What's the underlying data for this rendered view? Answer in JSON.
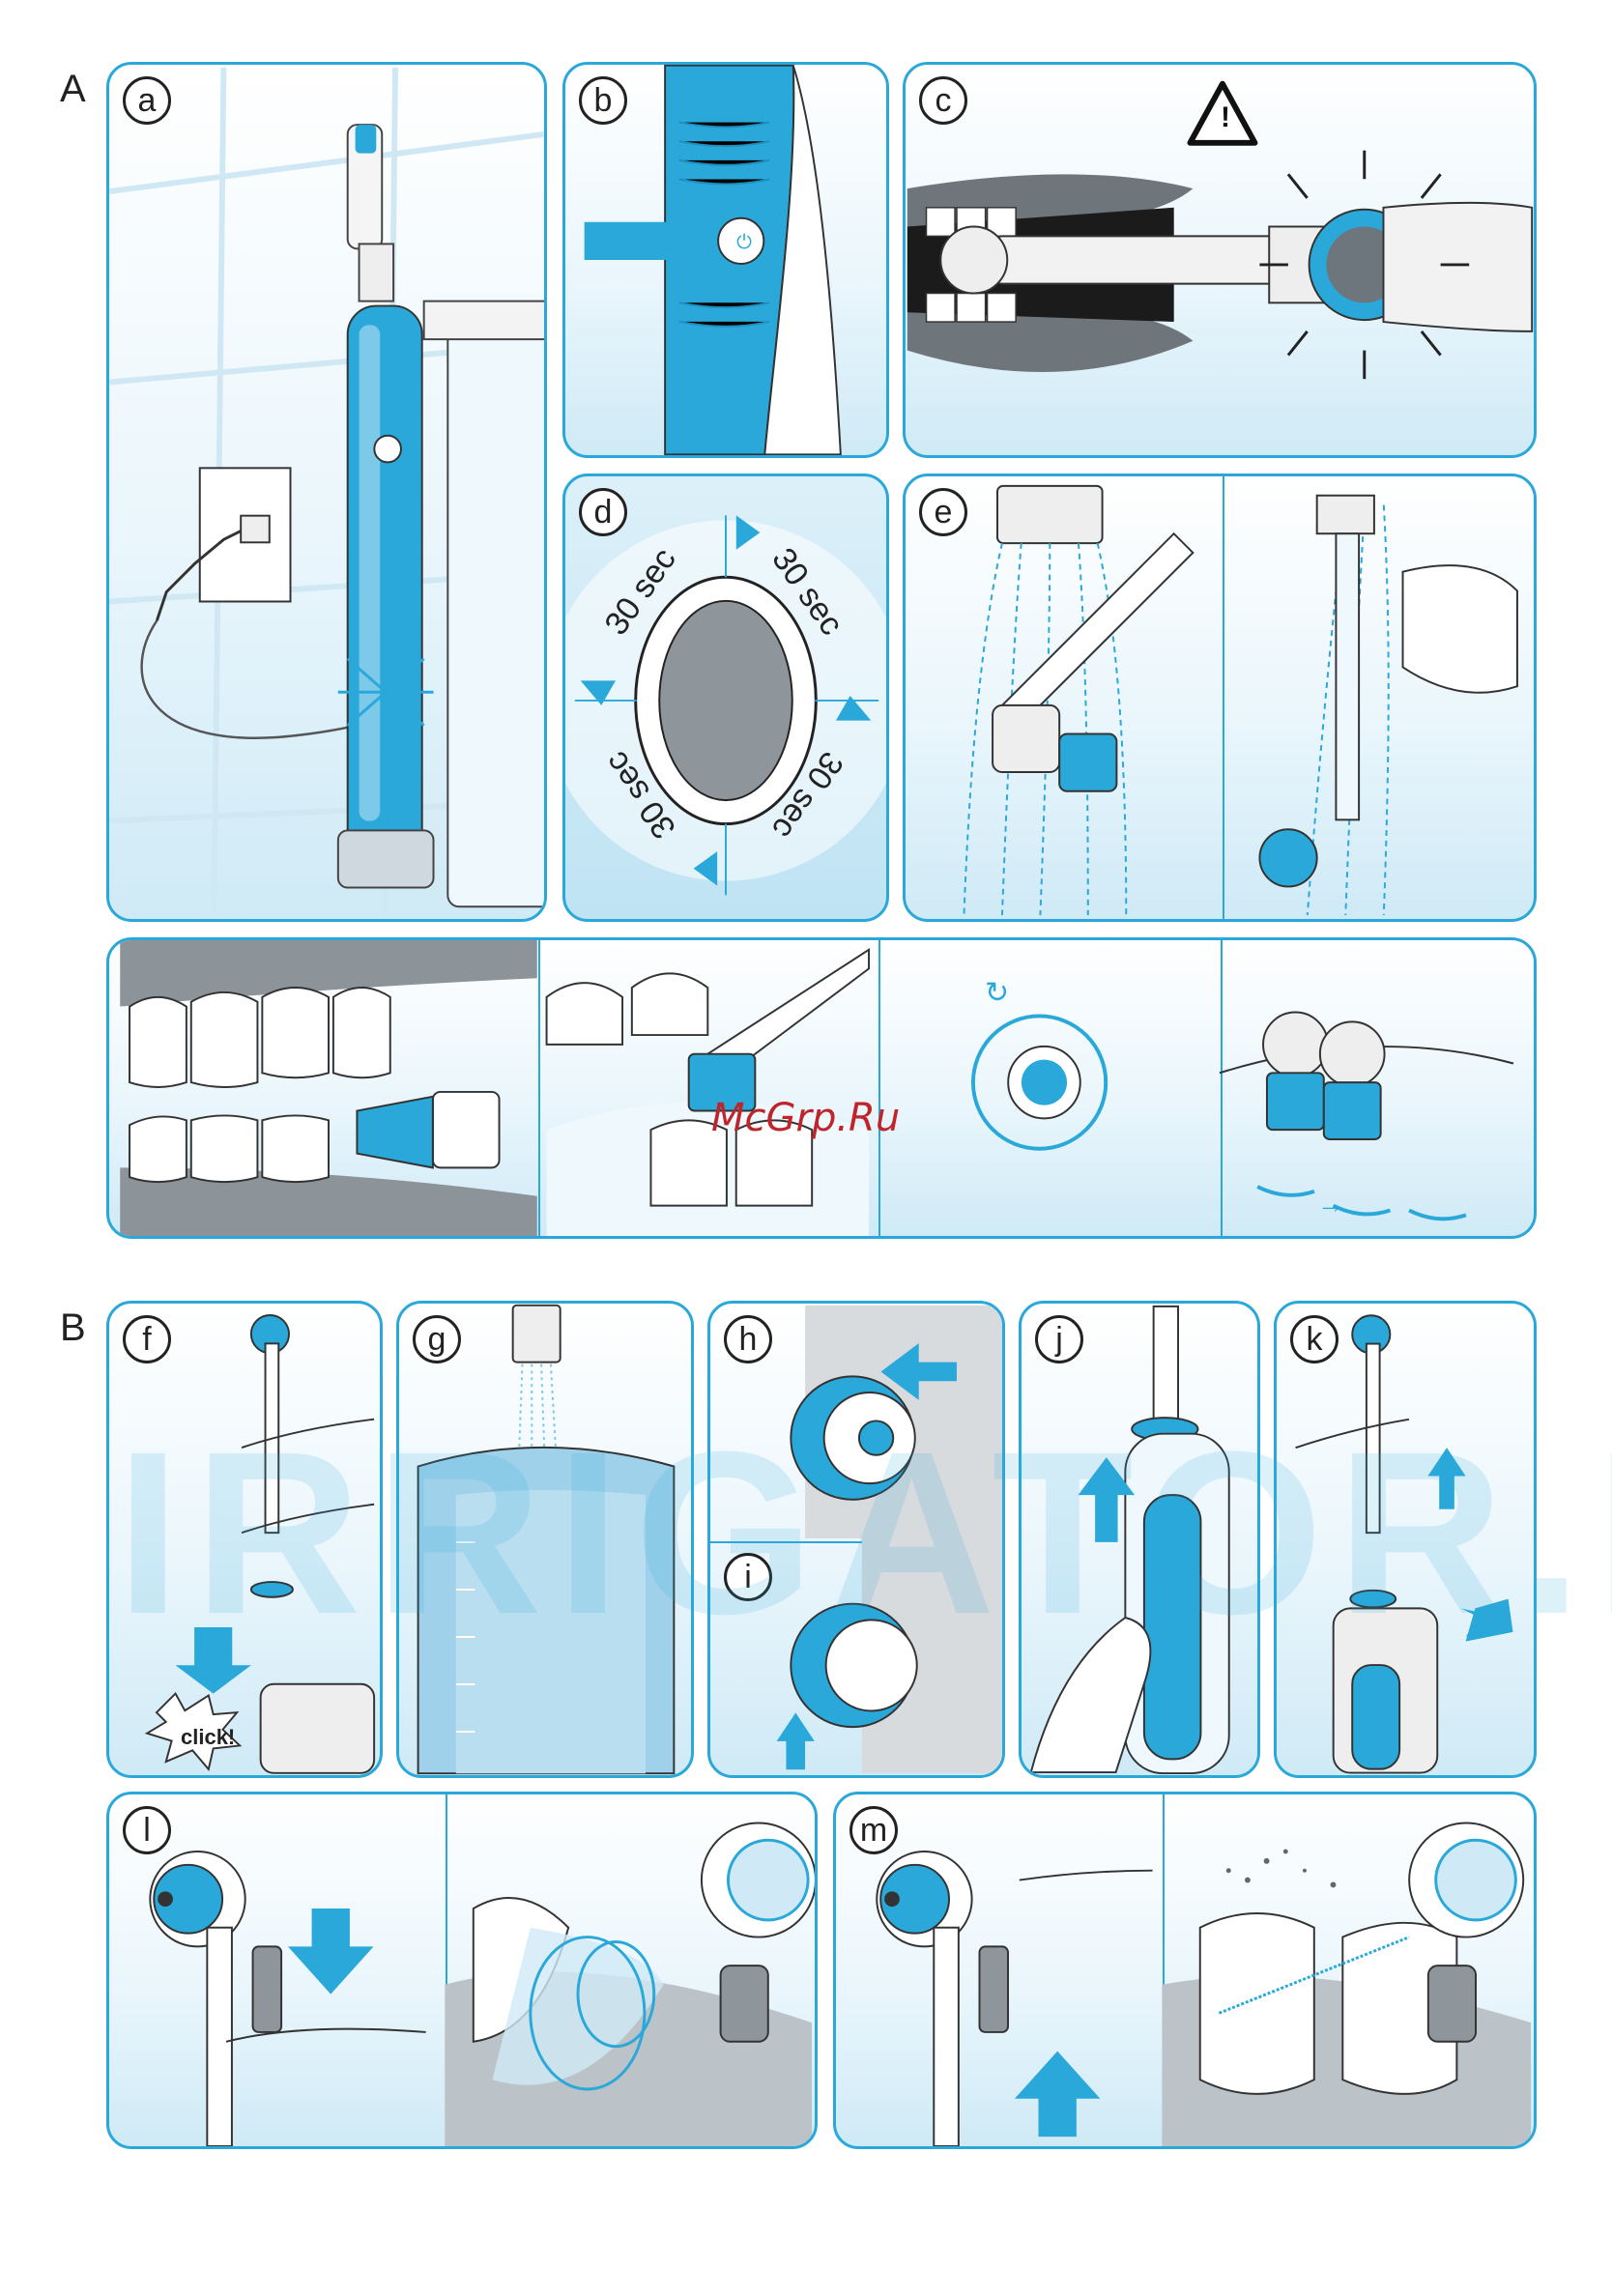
{
  "sections": {
    "a_label": "A",
    "b_label": "B"
  },
  "panels": {
    "a": "a",
    "b": "b",
    "c": "c",
    "d": "d",
    "e": "e",
    "f": "f",
    "g": "g",
    "h": "h",
    "i": "i",
    "j": "j",
    "k": "k",
    "l": "l",
    "m": "m"
  },
  "quadrant_timer": {
    "label": "30 sec",
    "count": 4
  },
  "click_label": "click!",
  "watermark_text": "McGrp.Ru",
  "background_mark": "IRRIGATOR.RU",
  "colors": {
    "accent": "#29a8d9",
    "dark": "#222222",
    "gum": "#9aa3ab",
    "watermark": "#c0242b"
  },
  "icons": [
    "warning-triangle-icon",
    "power-button-icon",
    "direction-arrow-icon",
    "rotation-arrow-icon"
  ]
}
